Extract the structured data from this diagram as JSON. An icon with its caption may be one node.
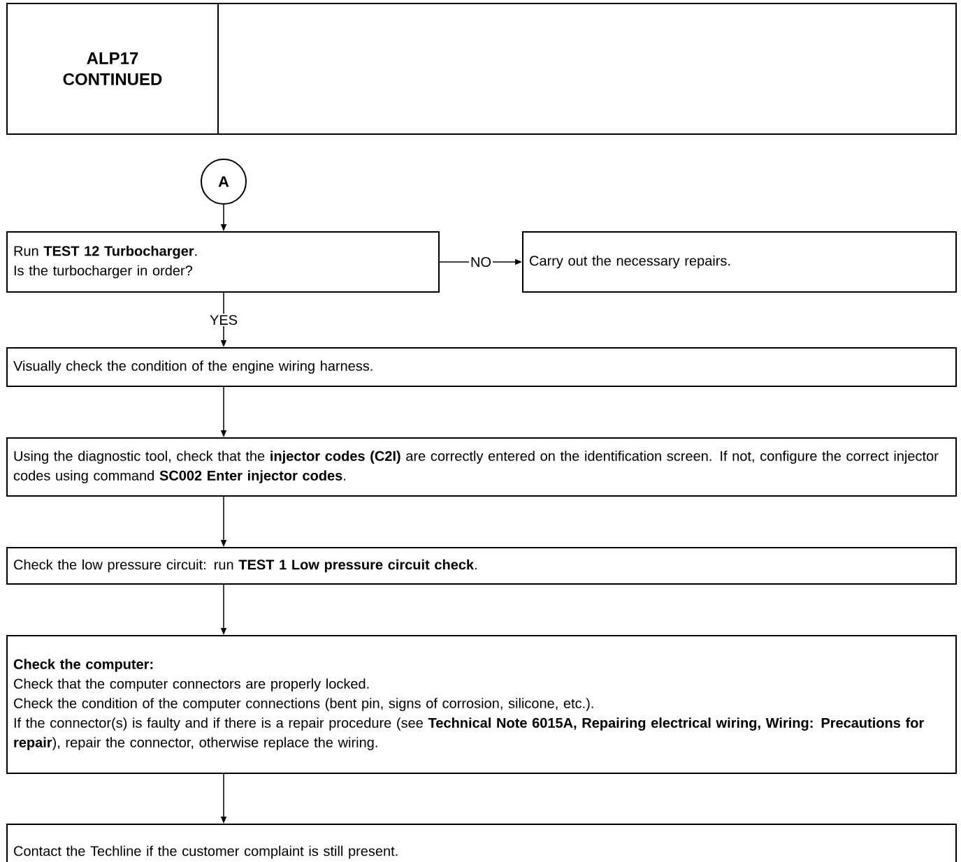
{
  "diagram": {
    "nodes": [
      {
        "text": [
          "ALP17 CONTINUED"
        ]
      },
      {
        "text": [],
        "shape": "box"
      },
      {
        "text": [
          "A"
        ]
      },
      {
        "text": [
          "Run **TEST 12 Turbocharger**.",
          "Is the turbocharger in order?"
        ]
      },
      {
        "text": [
          "Carry out the necessary repairs."
        ]
      },
      {
        "text": [
          "Visually check the condition of the engine wiring harness."
        ]
      },
      {
        "text": [
          "Using the diagnostic tool, check that the **injector codes (C2I)** are correctly entered on the identification screen. If not, configure the correct injector codes using command **SC002 Enter injector codes**."
        ]
      },
      {
        "text": [
          "Check the low pressure circuit: run **TEST 1 Low pressure circuit check**."
        ]
      },
      {
        "text": [
          "Check the computer:",
          "Check that the computer connectors are properly locked.",
          "Check the condition of the computer connections (bent pin, signs of corrosion, silicone, etc.).",
          "If the connector(s) is faulty and if there is a repair procedure (see **Technical Note 6015A, Repairing electrical wiring, Wiring: Precautions for repair**), repair the connector, otherwise replace the wiring."
        ]
      },
      {
        "text": [
          "Contact the Techline if the customer complaint is still present."
        ]
      }
    ],
    "edges": [
      {
        "from": 2,
        "to": 3,
        "arrow": "to"
      },
      {
        "from": 3,
        "to": 4,
        "arrow": "to",
        "label": "NO"
      },
      {
        "from": 3,
        "to": 5,
        "arrow": "to",
        "label": "YES"
      },
      {
        "from": 5,
        "to": 6,
        "arrow": "to"
      },
      {
        "from": 6,
        "to": 7,
        "arrow": "to"
      },
      {
        "from": 7,
        "to": 8,
        "arrow": "to"
      },
      {
        "from": 8,
        "to": 9,
        "arrow": "to"
      }
    ]
  }
}
